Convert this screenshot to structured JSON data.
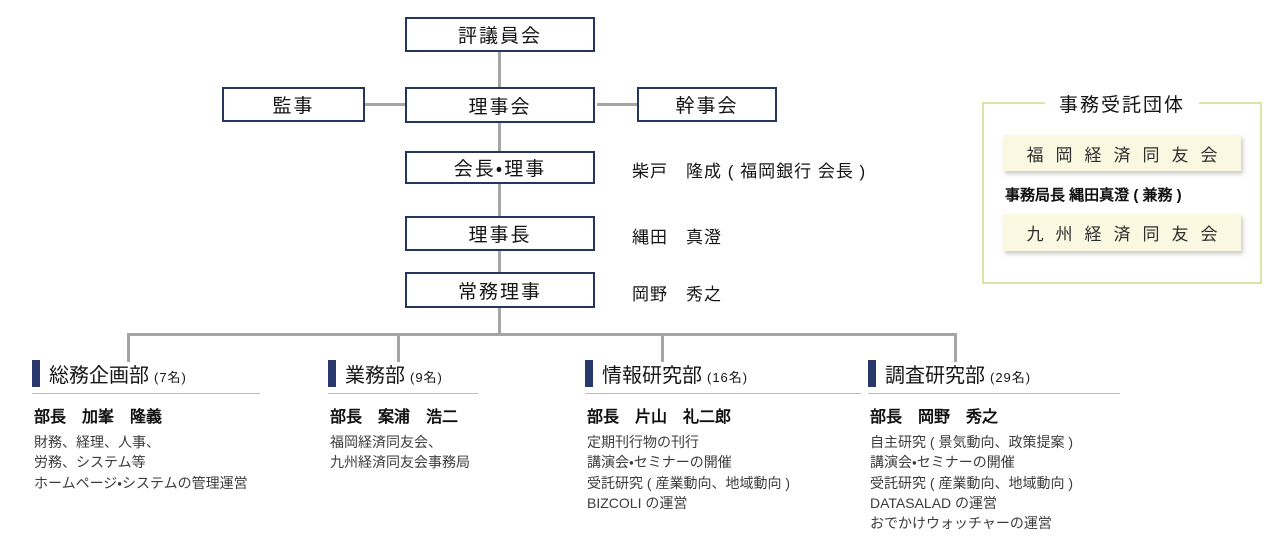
{
  "org": {
    "boxes": {
      "council": "評議員会",
      "auditor": "監事",
      "board": "理事会",
      "secretariat": "幹事会",
      "chairman": "会長・理事",
      "president": "理事長",
      "managing_director": "常務理事"
    },
    "officers": {
      "chairman_name": "柴戸　隆成 ( 福岡銀行 会長 )",
      "president_name": "縄田　真澄",
      "managing_director_name": "岡野　秀之"
    },
    "departments": [
      {
        "title": "総務企画部",
        "count": "(7名)",
        "head": "部長　加峯　隆義",
        "duties": [
          "財務、経理、人事、",
          "労務、システム等",
          "ホームページ・システムの管理運営"
        ]
      },
      {
        "title": "業務部",
        "count": "(9名)",
        "head": "部長　案浦　浩二",
        "duties": [
          "福岡経済同友会、",
          "九州経済同友会事務局"
        ]
      },
      {
        "title": "情報研究部",
        "count": "(16名)",
        "head": "部長　片山　礼二郎",
        "duties": [
          "定期刊行物の刊行",
          "講演会・セミナーの開催",
          "受託研究 ( 産業動向、地域動向 )",
          "BIZCOLI の運営"
        ]
      },
      {
        "title": "調査研究部",
        "count": "(29名)",
        "head": "部長　岡野　秀之",
        "duties": [
          "自主研究 ( 景気動向、政策提案 )",
          "講演会・セミナーの開催",
          "受託研究 ( 産業動向、地域動向 )",
          "DATASALAD の運営",
          "おでかけウォッチャーの運営"
        ]
      }
    ],
    "side_panel": {
      "title": "事務受託団体",
      "org1": "福岡経済同友会",
      "note": "事務局長 縄田真澄 ( 兼務 )",
      "org2": "九州経済同友会"
    },
    "colors": {
      "box_border": "#24355e",
      "accent_bar": "#28386b",
      "connector": "#a5a5a5",
      "panel_border": "#d9e5a7",
      "panel_item_bg": "#fbf8e2"
    }
  }
}
